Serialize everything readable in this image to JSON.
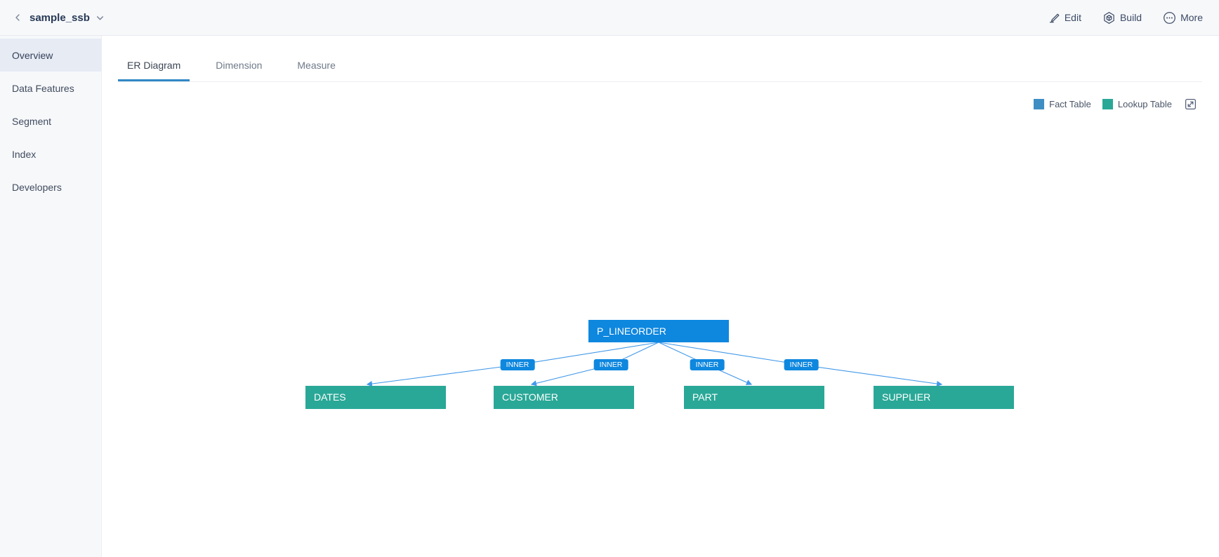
{
  "topbar": {
    "title": "sample_ssb",
    "actions": [
      {
        "id": "edit",
        "label": "Edit",
        "icon": "pencil-icon"
      },
      {
        "id": "build",
        "label": "Build",
        "icon": "hexagon-build-icon"
      },
      {
        "id": "more",
        "label": "More",
        "icon": "ellipsis-circle-icon"
      }
    ]
  },
  "sidebar": {
    "items": [
      {
        "label": "Overview",
        "active": true
      },
      {
        "label": "Data Features",
        "active": false
      },
      {
        "label": "Segment",
        "active": false
      },
      {
        "label": "Index",
        "active": false
      },
      {
        "label": "Developers",
        "active": false
      }
    ]
  },
  "tabs": [
    {
      "label": "ER Diagram",
      "active": true
    },
    {
      "label": "Dimension",
      "active": false
    },
    {
      "label": "Measure",
      "active": false
    }
  ],
  "legend": {
    "items": [
      {
        "label": "Fact Table",
        "color": "#3e8ec4"
      },
      {
        "label": "Lookup Table",
        "color": "#2aa897"
      }
    ],
    "fullscreen_icon": "expand-icon"
  },
  "diagram": {
    "fact_table": {
      "name": "P_LINEORDER",
      "color": "#0e87df"
    },
    "lookup_tables": [
      {
        "name": "DATES",
        "color": "#2aa897"
      },
      {
        "name": "CUSTOMER",
        "color": "#2aa897"
      },
      {
        "name": "PART",
        "color": "#2aa897"
      },
      {
        "name": "SUPPLIER",
        "color": "#2aa897"
      }
    ],
    "joins": [
      {
        "type": "INNER",
        "from": "P_LINEORDER",
        "to": "DATES"
      },
      {
        "type": "INNER",
        "from": "P_LINEORDER",
        "to": "CUSTOMER"
      },
      {
        "type": "INNER",
        "from": "P_LINEORDER",
        "to": "PART"
      },
      {
        "type": "INNER",
        "from": "P_LINEORDER",
        "to": "SUPPLIER"
      }
    ],
    "line_color": "#4298e8"
  }
}
